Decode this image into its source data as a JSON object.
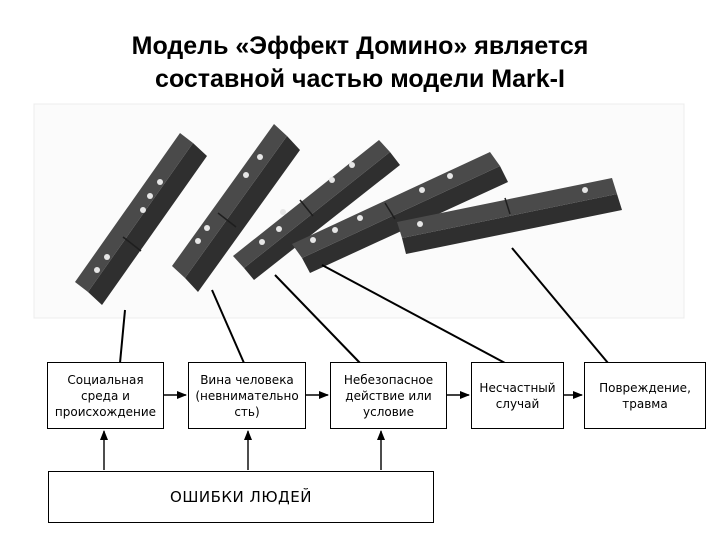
{
  "title": {
    "line1": "Модель «Эффект Домино» является",
    "line2": "составной частью модели Mark-I"
  },
  "stages": [
    {
      "label": "Социальная\nсреда и\nпроисхождение"
    },
    {
      "label": "Вина человека\n(невнимательно\nсть)"
    },
    {
      "label": "Небезопасное\nдействие или\nусловие"
    },
    {
      "label": "Несчастный\nслучай"
    },
    {
      "label": "Повреждение,\nтравма"
    }
  ],
  "errors_box": {
    "label": "ОШИБКИ ЛЮДЕЙ"
  },
  "colors": {
    "domino_top": "#4a4a4a",
    "domino_side": "#2f2f2f",
    "domino_pip": "#e6e6e6",
    "photo_bg": "#fbfbfb",
    "line": "#000000"
  }
}
